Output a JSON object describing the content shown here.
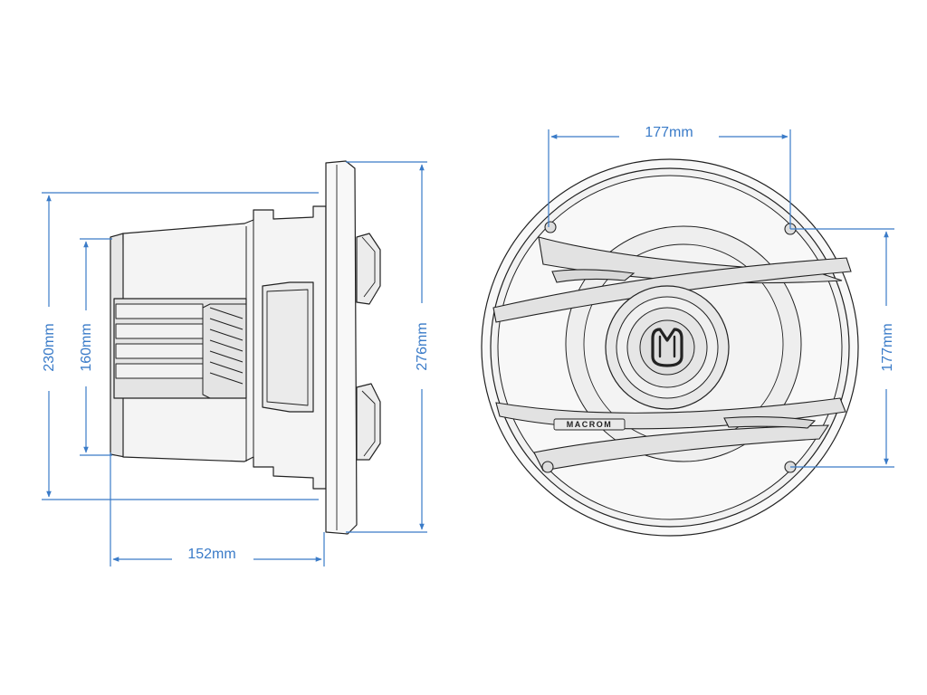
{
  "colors": {
    "dimension": "#3a7bc8",
    "outline": "#222222",
    "fill_light": "#f6f6f6",
    "fill_mid": "#e9e9e9",
    "fill_dark": "#dcdcdc"
  },
  "dimensions": {
    "side_height_outer": "230mm",
    "side_height_inner": "160mm",
    "side_depth": "152mm",
    "side_flange_height": "276mm",
    "front_hole_width": "177mm",
    "front_hole_height": "177mm"
  },
  "front_view": {
    "brand": "MACROM"
  }
}
